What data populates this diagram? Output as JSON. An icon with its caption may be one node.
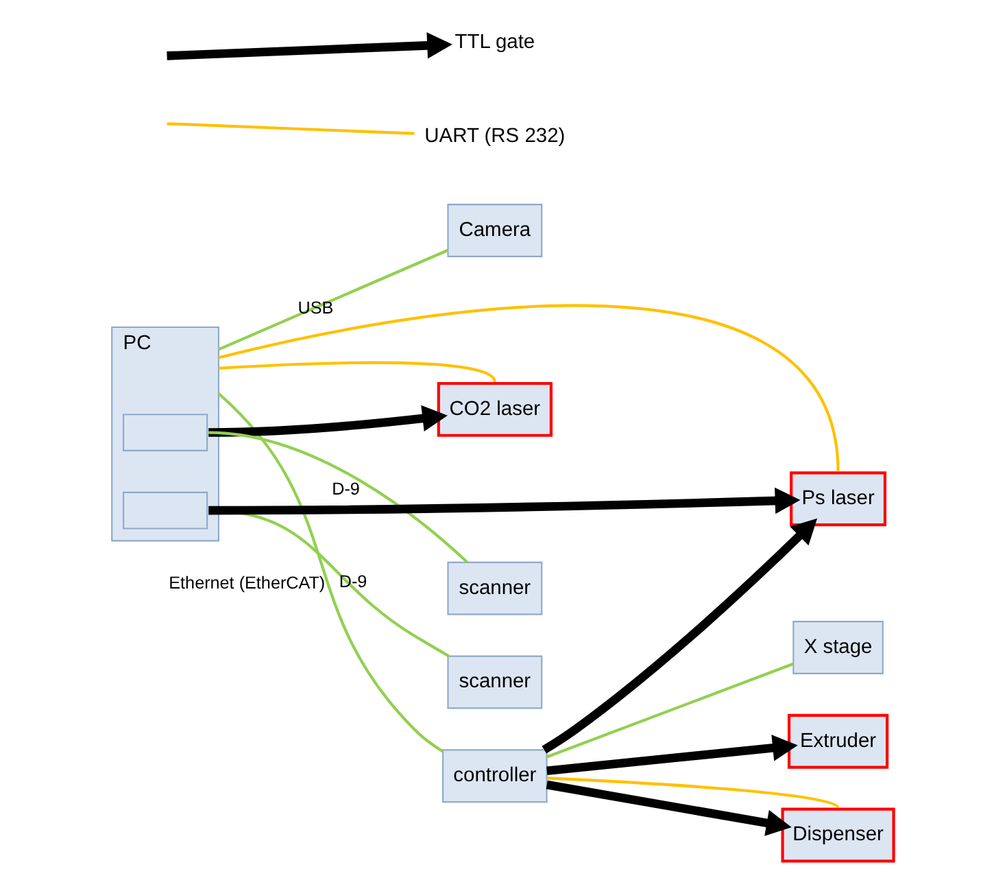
{
  "diagram": {
    "nodes": [
      {
        "text": [
          "Camera"
        ]
      },
      {
        "text": [
          "CO2 laser"
        ]
      },
      {
        "text": [
          "PC"
        ]
      },
      {
        "text": [],
        "shape": "box",
        "in": 2
      },
      {
        "text": [],
        "shape": "box",
        "in": 2
      },
      {
        "text": [
          "scanner"
        ]
      },
      {
        "text": [
          "scanner"
        ]
      },
      {
        "text": [
          "Ps laser"
        ]
      },
      {
        "text": [
          "controller"
        ]
      },
      {
        "text": [
          "X stage"
        ]
      },
      {
        "text": [
          "Extruder"
        ]
      },
      {
        "text": [
          "Dispenser"
        ]
      }
    ],
    "edges": [
      {
        "from": 2,
        "to": 0,
        "arrow": "none",
        "label": "USB"
      },
      {
        "from": 2,
        "to": 1,
        "arrow": "none",
        "color": "#ffc000"
      },
      {
        "from": 3,
        "to": 1,
        "arrow": "to",
        "style": "thick",
        "color": "#000000"
      },
      {
        "from": 3,
        "to": 5,
        "arrow": "none",
        "label": "D-9"
      },
      {
        "from": 4,
        "to": 6,
        "arrow": "none",
        "label": "D-9"
      },
      {
        "from": 4,
        "to": 7,
        "arrow": "to",
        "style": "thick",
        "color": "#000000"
      },
      {
        "from": 2,
        "to": 7,
        "arrow": "none",
        "color": "#ffc000"
      },
      {
        "from": 2,
        "to": 8,
        "arrow": "none",
        "label": "Ethernet (EtherCAT)"
      },
      {
        "from": 8,
        "to": 7,
        "arrow": "to",
        "style": "thick",
        "color": "#000000"
      },
      {
        "from": 8,
        "to": 9,
        "arrow": "none"
      },
      {
        "from": 8,
        "to": 10,
        "arrow": "to",
        "style": "thick",
        "color": "#000000"
      },
      {
        "from": 8,
        "to": 11,
        "arrow": "to",
        "style": "thick",
        "color": "#000000"
      },
      {
        "from": 8,
        "to": 11,
        "arrow": "none",
        "color": "#ffc000"
      }
    ],
    "legend": [
      {
        "text": "TTL gate"
      },
      {
        "text": "UART (RS 232)"
      }
    ]
  }
}
